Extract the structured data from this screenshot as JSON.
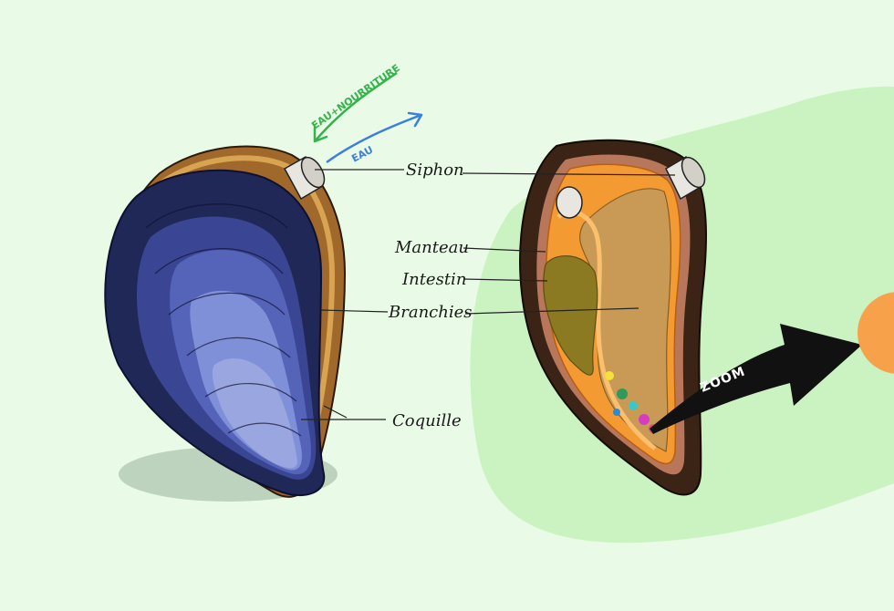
{
  "labels": {
    "siphon": "Siphon",
    "manteau": "Manteau",
    "intestin": "Intestin",
    "branchies": "Branchies",
    "coquille": "Coquille"
  },
  "arrows": {
    "incoming": "EAU+NOURRITURE",
    "outgoing": "EAU",
    "zoom": "ZOOM"
  },
  "colors": {
    "background": "#e9fbe6",
    "highlight_blob": "#c9f2c0",
    "shell_dark": "#1f2857",
    "shell_light": "#7f8fd8",
    "mantle_orange": "#f39a33",
    "gill_tan": "#c99a55",
    "intestine_olive": "#8c7a22",
    "arrow_green": "#34b34a",
    "arrow_blue": "#3b7fe0"
  }
}
